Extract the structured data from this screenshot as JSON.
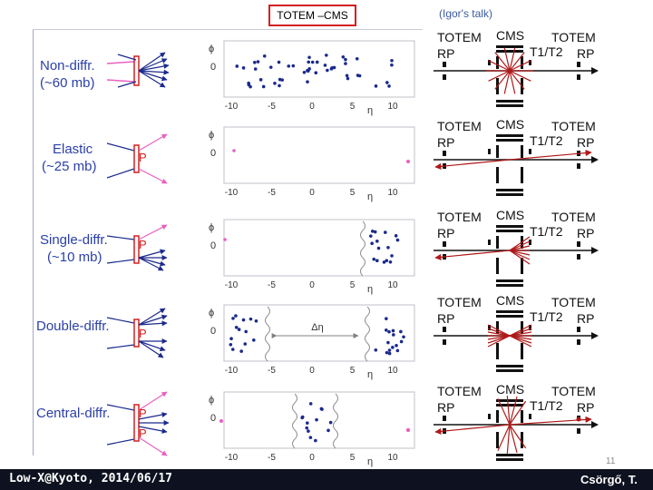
{
  "header": {
    "title": "TOTEM –CMS",
    "talk_note": "(Igor's talk)"
  },
  "rows": [
    {
      "process": "Non-diffr.",
      "cross_section": "(~60 mb)",
      "proton_labels": []
    },
    {
      "process": "Elastic",
      "cross_section": "(~25 mb)",
      "proton_labels": [
        "P"
      ]
    },
    {
      "process": "Single-diffr.",
      "cross_section": "(~10 mb)",
      "proton_labels": [
        "P"
      ]
    },
    {
      "process": "Double-diffr.",
      "cross_section": "",
      "proton_labels": [
        "P"
      ]
    },
    {
      "process": "Central-diffr.",
      "cross_section": "",
      "proton_labels": [
        "P",
        "P"
      ]
    }
  ],
  "plot_axes": {
    "y_symbol": "ϕ",
    "y_zero": "0",
    "x_symbol": "η",
    "x_ticks": [
      "-10",
      "-5",
      "0",
      "5",
      "10"
    ],
    "gap_label": "Δη"
  },
  "detector": {
    "totem_left": "TOTEM",
    "rp_left": "RP",
    "cms": "CMS",
    "t1t2": "T1/T2",
    "totem_right": "TOTEM",
    "rp_right": "RP"
  },
  "footer": {
    "left": "Low-X@Kyoto, 2014/06/17",
    "right": "Csörgő, T.",
    "page": "11"
  },
  "colors": {
    "accent_blue": "#2b3fa8",
    "dot_blue": "#1a2a8c",
    "proton_pink": "#e860c0",
    "track_red": "#b01818",
    "title_box": "#d42020"
  }
}
